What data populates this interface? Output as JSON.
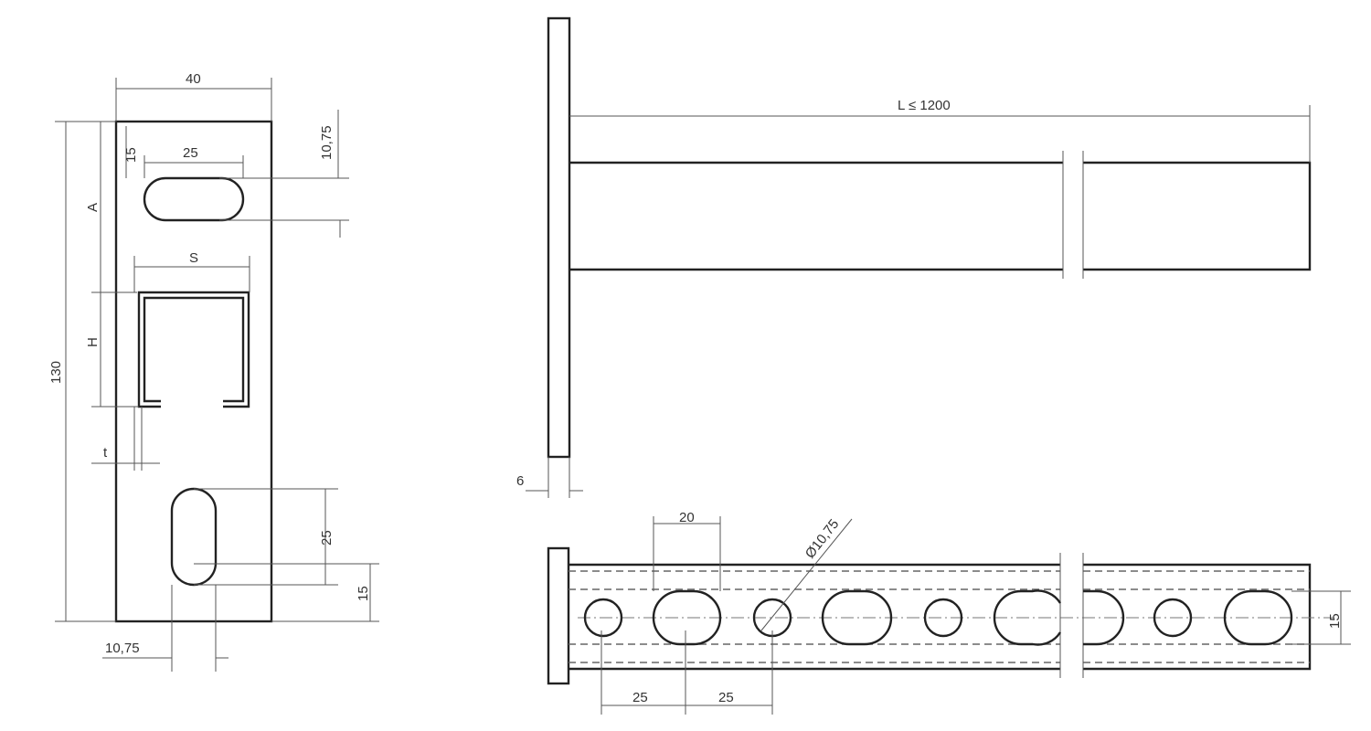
{
  "side_view": {
    "width": "40",
    "top_slot_offset": "10,75",
    "slot_edge": "15",
    "slot_length": "25",
    "dim_a": "A",
    "dim_s": "S",
    "dim_h": "H",
    "height": "130",
    "thickness": "t",
    "lower_slot_length": "25",
    "lower_slot_offset": "15",
    "lower_slot_edge": "10,75"
  },
  "top_view": {
    "length": "L ≤ 1200",
    "plate_thickness": "6"
  },
  "bottom_view": {
    "slot_width": "20",
    "hole_diameter": "Ø10,75",
    "pitch_1": "25",
    "pitch_2": "25",
    "hole_row_height": "15"
  }
}
